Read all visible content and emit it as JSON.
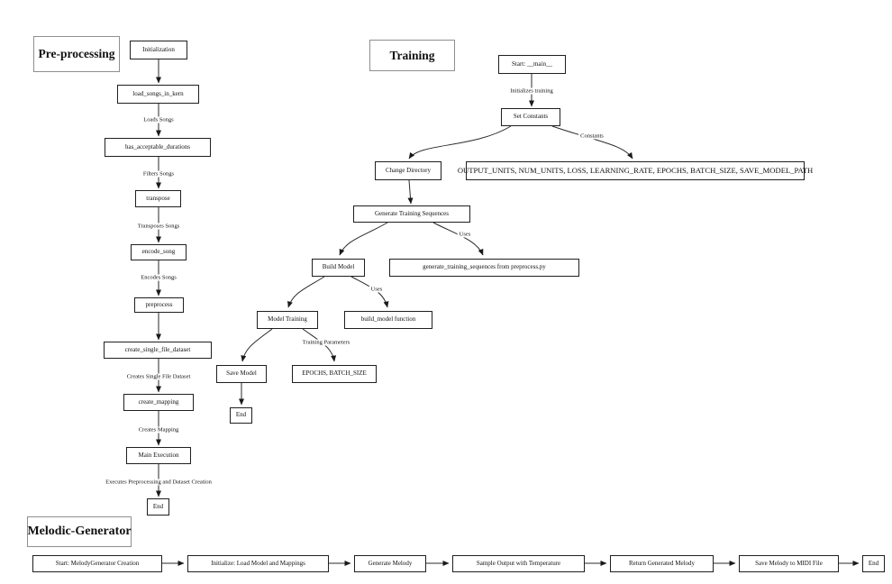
{
  "sections": {
    "preprocessing": "Pre-processing",
    "training": "Training",
    "melodic": "Melodic-Generator"
  },
  "pre": {
    "nodes": {
      "initialization": "Initialization",
      "load_songs": "load_songs_in_kern",
      "has_acceptable": "has_acceptable_durations",
      "transpose": "transpose",
      "encode_song": "encode_song",
      "preprocess": "preprocess",
      "create_single_file_dataset": "create_single_file_dataset",
      "create_mapping": "create_mapping",
      "main_execution": "Main Execution",
      "end": "End"
    },
    "edge_labels": {
      "loads_songs": "Loads Songs",
      "filters_songs": "Filters Songs",
      "transposes_songs": "Transposes Songs",
      "encodes_songs": "Encodes Songs",
      "creates_single_file_dataset": "Creates Single File Dataset",
      "creates_mapping": "Creates Mapping",
      "executes": "Executes Preprocessing and Dataset Creation"
    }
  },
  "train": {
    "nodes": {
      "start": "Start: __main__",
      "set_constants": "Set Constants",
      "change_directory": "Change Directory",
      "constants_list": "OUTPUT_UNITS, NUM_UNITS, LOSS, LEARNING_RATE, EPOCHS, BATCH_SIZE, SAVE_MODEL_PATH",
      "generate_training_sequences": "Generate Training Sequences",
      "build_model": "Build Model",
      "gts_from_preprocess": "generate_training_sequences from preprocess.py",
      "model_training": "Model Training",
      "build_model_function": "build_model function",
      "save_model": "Save Model",
      "epochs_batch_size": "EPOCHS, BATCH_SIZE",
      "end": "End"
    },
    "edge_labels": {
      "initializes_training": "Initializes training",
      "constants": "Constants",
      "uses_1": "Uses",
      "uses_2": "Uses",
      "training_parameters": "Training Parameters"
    }
  },
  "melodic": {
    "nodes": {
      "start": "Start: MelodyGenerator Creation",
      "initialize": "Initialize: Load Model and Mappings",
      "generate_melody": "Generate Melody",
      "sample_output": "Sample Output with Temperature",
      "return_melody": "Return Generated Melody",
      "save_midi": "Save Melody to MIDI File",
      "end": "End"
    }
  }
}
